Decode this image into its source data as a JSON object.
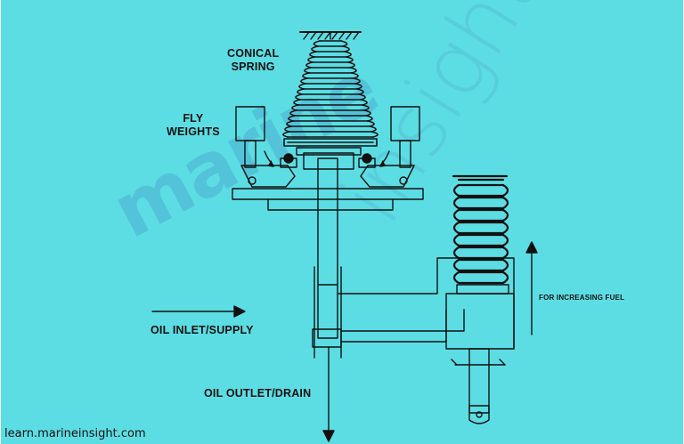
{
  "labels": {
    "conical_spring": "CONICAL\nSPRING",
    "fly_weights": "FLY\nWEIGHTS",
    "oil_inlet": "OIL INLET/SUPPLY",
    "oil_outlet": "OIL OUTLET/DRAIN",
    "increasing_fuel": "FOR INCREASING FUEL"
  },
  "footer": {
    "site": "learn.marineinsight.com"
  },
  "watermark": {
    "brand_part1": "marine",
    "brand_part2": "insight"
  },
  "colors": {
    "background": "#5cdde3",
    "line": "#111111",
    "watermark": "#46a0c8"
  }
}
